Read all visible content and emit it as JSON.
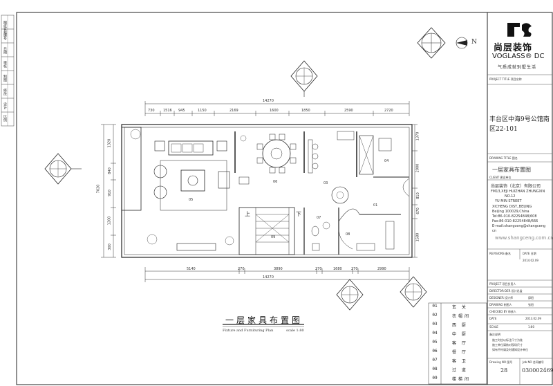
{
  "drawing": {
    "title": "一层家具布置图",
    "subtitle": "Fixture and Furnituring Plan",
    "scale": "scale 1:80",
    "north": "N"
  },
  "dimensions": {
    "top_total": "14270",
    "top_segments": [
      "730",
      "1516",
      "945",
      "1150",
      "2169",
      "1600",
      "1850",
      "2590",
      "2720"
    ],
    "bottom_total": "14270",
    "bottom_segments": [
      "5140",
      "270",
      "3890",
      "270",
      "1680",
      "270",
      "2990"
    ],
    "left_total": "7020",
    "left_segments": [
      "1320",
      "840",
      "910",
      "1200",
      "300"
    ],
    "right_segments": [
      "1370",
      "2000",
      "810",
      "670",
      "1580"
    ]
  },
  "legend": [
    {
      "num": "01",
      "label": "玄 关"
    },
    {
      "num": "02",
      "label": "衣帽间"
    },
    {
      "num": "03",
      "label": "西 厨"
    },
    {
      "num": "04",
      "label": "中 厨"
    },
    {
      "num": "05",
      "label": "客 厅"
    },
    {
      "num": "06",
      "label": "餐 厅"
    },
    {
      "num": "07",
      "label": "客 卫"
    },
    {
      "num": "08",
      "label": "过 道"
    },
    {
      "num": "09",
      "label": "楼梯间"
    }
  ],
  "stairs": {
    "up": "上",
    "down": "下"
  },
  "rooms": [
    "05",
    "06",
    "03",
    "04",
    "07",
    "08",
    "01",
    "09"
  ],
  "title_block": {
    "brand_cn": "尚层装饰",
    "brand_en": "VOGLASS® DC",
    "slogan": "气质成就别墅生活",
    "project_label": "PROJECT TITLE 项目名称",
    "project_title": "丰台区中海9号公馆南区22-101",
    "drawing_label": "DRAWING TITLE 图名",
    "client_label": "CLIENT 建设单位",
    "drawing_title": "一层家具布置图",
    "company": "尚层装饰（北京）有限公司",
    "address_lines": [
      "FM13,XEJI HUIZHAN ZHUNGXIN",
      "NO.12",
      "YU MIN STREET",
      "XICHENG DIST.,BEIJING",
      "Beijing 100029,China",
      "Tel:86-010-82254848/608",
      "Fax:86-010-82254848/666",
      "E-mail:shangceng@shangceng",
      "cn"
    ],
    "website": "www.shangceng.com.cn",
    "revisions_label": "REVISIONS 备名",
    "date_label": "DATE 日期",
    "date_value": "2014.02.09",
    "project_role": "PROJECT 项目负责人",
    "director": "DIRECTOR-DER 设计总监",
    "designer": "DESIGNER 设计师",
    "designer_name": "邱阳",
    "drawing_by": "DRAWING 制图人",
    "drawing_by_name": "张阳",
    "checked": "CHECKED BY 审核人",
    "date2_label": "DATE",
    "date2_value": "2013.02.09",
    "scale_label": "SCALE",
    "scale_value": "1:80",
    "notes_label": "备注说明",
    "notes": [
      "施工时应以标注尺寸为准",
      "施工单位请核对现场尺寸",
      "如有不符请及时通知设计单位"
    ],
    "drawing_no_label": "Drawing NO 图号",
    "drawing_no": "28",
    "job_no_label": "Job NO 合同编号",
    "job_no": "030002469"
  },
  "side_labels": [
    "图纸名称",
    "编号",
    "日期",
    "审核",
    "制图",
    "修改",
    "设计",
    "比例"
  ]
}
